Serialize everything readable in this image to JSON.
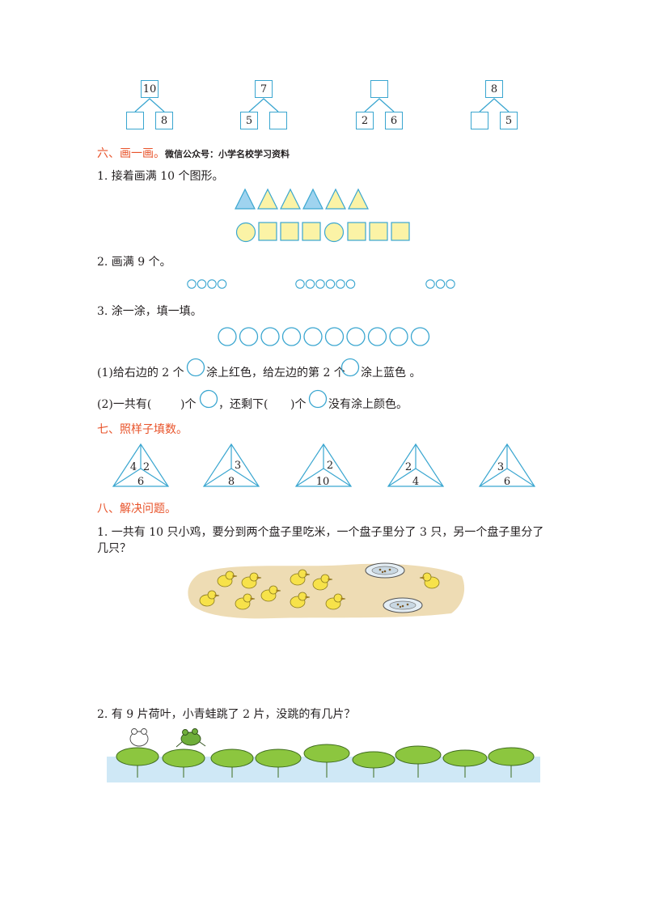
{
  "bonds": [
    {
      "top": "10",
      "left": "",
      "right": "8"
    },
    {
      "top": "7",
      "left": "5",
      "right": ""
    },
    {
      "top": "",
      "left": "2",
      "right": "6"
    },
    {
      "top": "8",
      "left": "",
      "right": "5"
    }
  ],
  "section6": {
    "heading": "六、画一画。",
    "note": "微信公众号：小学名校学习资料",
    "q1": "1. 接着画满 10 个图形。",
    "q2": "2. 画满 9 个。",
    "q3": "3. 涂一涂，填一填。",
    "q3_1_a": "(1)给右边的 2 个",
    "q3_1_b": "涂上红色，给左边的第 2 个",
    "q3_1_c": "涂上蓝色 。",
    "q3_2_a": "(2)一共有(",
    "q3_2_b": ")个",
    "q3_2_c": "，还剩下(",
    "q3_2_d": ")个",
    "q3_2_e": "没有涂上颜色。",
    "triangle_pattern": [
      "blue",
      "yellow",
      "yellow",
      "blue",
      "yellow",
      "yellow"
    ],
    "shape_row": [
      "circle",
      "square",
      "square",
      "square",
      "circle",
      "square",
      "square",
      "square"
    ],
    "circle_groups": [
      4,
      6,
      3
    ],
    "circle_count": 10
  },
  "section7": {
    "heading": "七、照样子填数。",
    "triangles": [
      {
        "left": "4",
        "right": "2",
        "bottom": "6"
      },
      {
        "left": "",
        "right": "3",
        "bottom": "8"
      },
      {
        "left": "",
        "right": "2",
        "bottom": "10"
      },
      {
        "left": "2",
        "right": "",
        "bottom": "4"
      },
      {
        "left": "3",
        "right": "",
        "bottom": "6"
      }
    ]
  },
  "section8": {
    "heading": "八、解决问题。",
    "q1_line1": "1. 一共有 10 只小鸡，要分到两个盘子里吃米，一个盘子里分了 3 只，另一个盘子里分了",
    "q1_line2": "几只？",
    "q2": "2. 有 9 片荷叶，小青蛙跳了 2 片，没跳的有几片？"
  },
  "colors": {
    "accent_red": "#e8532a",
    "line_blue": "#3aa6d0",
    "fill_blue": "#9fd3ef",
    "fill_yellow": "#fbf3a6",
    "chick": "#f7e24a",
    "leaf": "#8cc63f",
    "water": "#cfe8f6",
    "ground": "#eedcb4"
  }
}
